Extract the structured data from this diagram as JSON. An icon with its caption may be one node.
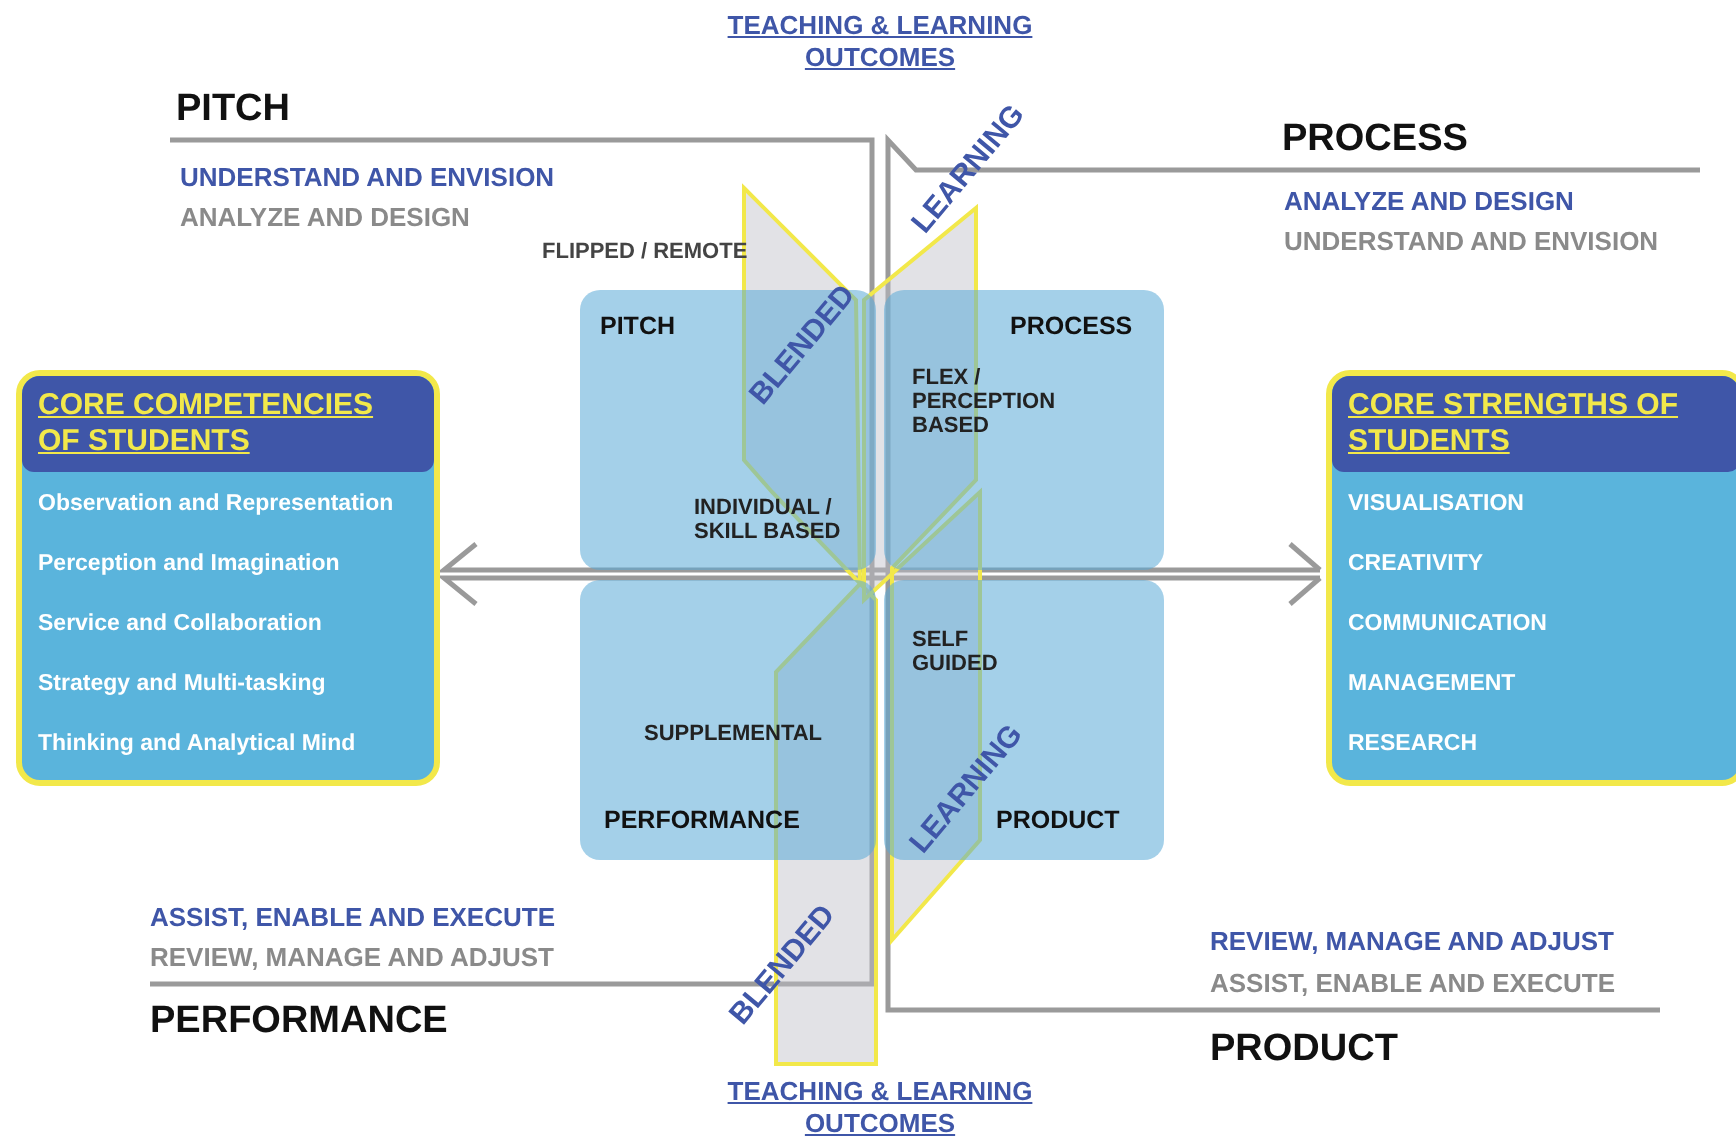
{
  "diagram": {
    "nodes": [
      {
        "text": [
          "CORE COMPETENCIES OF STUDENTS",
          "Observation and Representation",
          "Perception and Imagination",
          "Service and Collaboration",
          "Strategy and Multi-tasking",
          "Thinking and Analytical Mind"
        ]
      },
      {
        "text": [
          "CORE STRENGTHS OF STUDENTS",
          "VISUALISATION",
          "CREATIVITY",
          "COMMUNICATION",
          "MANAGEMENT",
          "RESEARCH"
        ]
      },
      {
        "text": [
          "PITCH",
          "INDIVIDUAL / SKILL BASED"
        ]
      },
      {
        "text": [
          "PROCESS",
          "FLEX / PERCEPTION BASED"
        ]
      },
      {
        "text": [
          "SUPPLEMENTAL",
          "PERFORMANCE"
        ]
      },
      {
        "text": [
          "SELF GUIDED",
          "PRODUCT"
        ]
      }
    ],
    "labels": [
      "TEACHING & LEARNING OUTCOMES",
      "PITCH",
      "LEARNING",
      "PROCESS",
      "UNDERSTAND AND ENVISION",
      "ANALYZE AND DESIGN",
      "ANALYZE AND DESIGN",
      "UNDERSTAND AND ENVISION",
      "FLIPPED / REMOTE",
      "BLENDED",
      "LEARNING",
      "ASSIST, ENABLE AND EXECUTE",
      "REVIEW, MANAGE AND ADJUST",
      "REVIEW, MANAGE AND ADJUST",
      "BLENDED",
      "ASSIST, ENABLE AND EXECUTE",
      "PERFORMANCE",
      "PRODUCT",
      "TEACHING & LEARNING OUTCOMES"
    ]
  }
}
